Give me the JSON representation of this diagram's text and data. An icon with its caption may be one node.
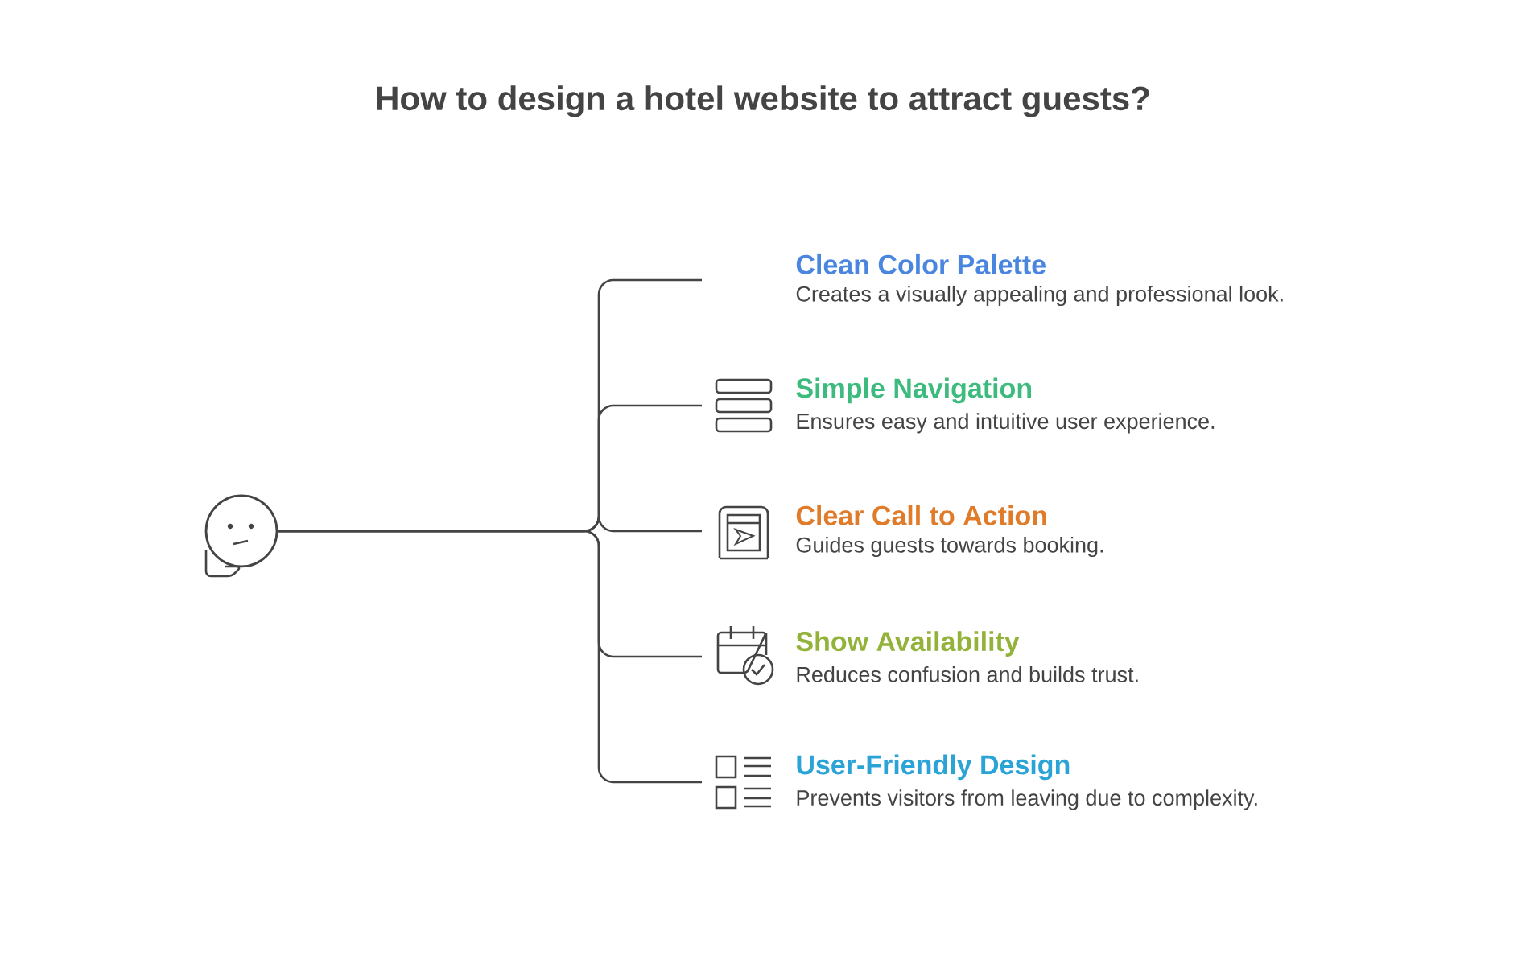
{
  "diagram": {
    "title": "How to design a hotel website to attract guests?",
    "nodes": [
      {
        "text": [],
        "shape": "circle"
      },
      {
        "text": [
          "Clean Color Palette",
          "Creates a visually appealing and professional look."
        ]
      },
      {
        "text": [
          "Simple Navigation",
          "Ensures easy and intuitive user experience."
        ]
      },
      {
        "text": [
          "Clear Call to Action",
          "Guides guests towards booking."
        ]
      },
      {
        "text": [
          "Show Availability",
          "Reduces confusion and builds trust."
        ]
      },
      {
        "text": [
          "User-Friendly Design",
          "Prevents visitors from leaving due to complexity."
        ]
      }
    ],
    "edges": [
      {
        "from": 0,
        "to": 1,
        "arrow": "none"
      },
      {
        "from": 0,
        "to": 2,
        "arrow": "none"
      },
      {
        "from": 0,
        "to": 3,
        "arrow": "none"
      },
      {
        "from": 0,
        "to": 4,
        "arrow": "none"
      },
      {
        "from": 0,
        "to": 5,
        "arrow": "none"
      }
    ]
  }
}
